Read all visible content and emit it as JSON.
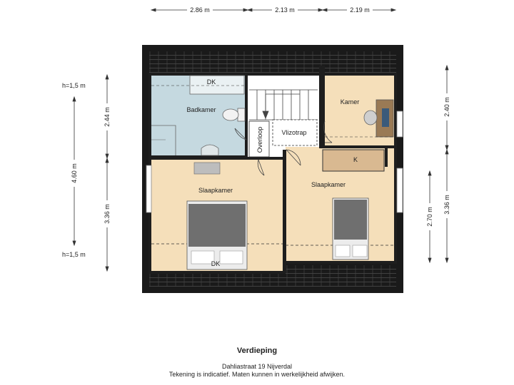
{
  "plan": {
    "title": "Verdieping",
    "address": "Dahliastraat 19 Nijverdal",
    "disclaimer": "Tekening is indicatief. Maten kunnen in werkelijkheid afwijken.",
    "top_dimensions": [
      "2.86 m",
      "2.13 m",
      "2.19 m"
    ],
    "left_dimensions": {
      "total": "4.60 m",
      "upper": "2.44 m",
      "lower": "3.36 m",
      "height_top": "h=1,5 m",
      "height_bottom": "h=1,5 m"
    },
    "right_dimensions": {
      "upper": "2.40 m",
      "lower": "3.36 m",
      "inner": "2.70 m"
    },
    "rooms": {
      "badkamer": "Badkamer",
      "badkamer_dk": "DK",
      "kamer": "Kamer",
      "overloop": "Overloop",
      "vlizotrap": "Vlizotrap",
      "kast": "K",
      "slaapkamer_left": "Slaapkamer",
      "slaapkamer_right": "Slaapkamer",
      "slaapkamer_dk": "DK"
    },
    "colors": {
      "bedroom_fill": "#f5dfba",
      "bathroom_fill": "#c5d9e0",
      "wall": "#1e1e1e",
      "roof": "#1a1a1a",
      "cabinet_fill": "#d9b991"
    }
  }
}
